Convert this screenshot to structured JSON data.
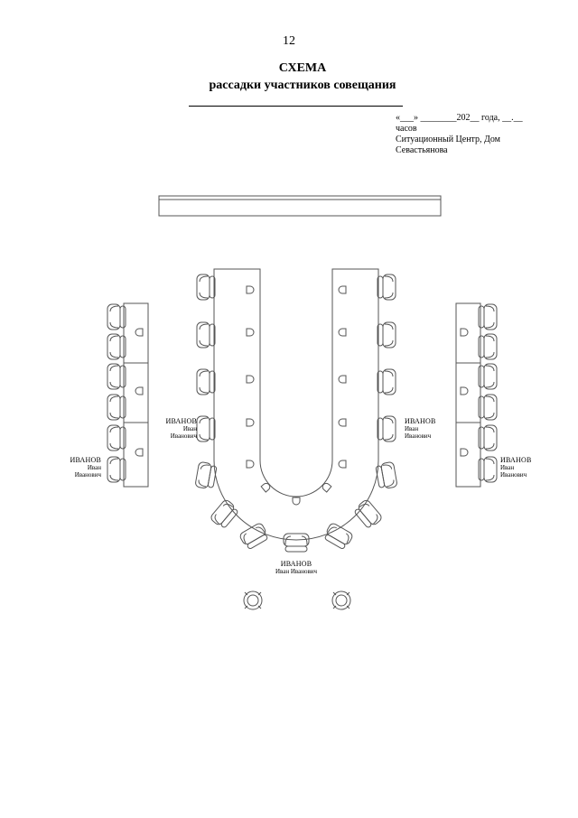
{
  "header": {
    "page_number": "12",
    "title": "СХЕМА",
    "subtitle": "рассадки участников совещания"
  },
  "meeting": {
    "date_line": "«___» ________202__ года, __.__",
    "hours": "часов",
    "place_line1": "Ситуационный Центр, Дом",
    "place_line2": "Севастьянова"
  },
  "seat_labels": {
    "left_table": {
      "surname": "ИВАНОВ",
      "name": "Иван",
      "patronymic": "Иванович"
    },
    "left_side": {
      "surname": "ИВАНОВ",
      "name": "Иван",
      "patronymic": "Иванович"
    },
    "right_table": {
      "surname": "ИВАНОВ",
      "name": "Иван",
      "patronymic": "Иванович"
    },
    "right_side": {
      "surname": "ИВАНОВ",
      "name": "Иван",
      "patronymic": "Иванович"
    },
    "bottom": {
      "surname": "ИВАНОВ",
      "fullname": "Иван Иванович"
    }
  }
}
